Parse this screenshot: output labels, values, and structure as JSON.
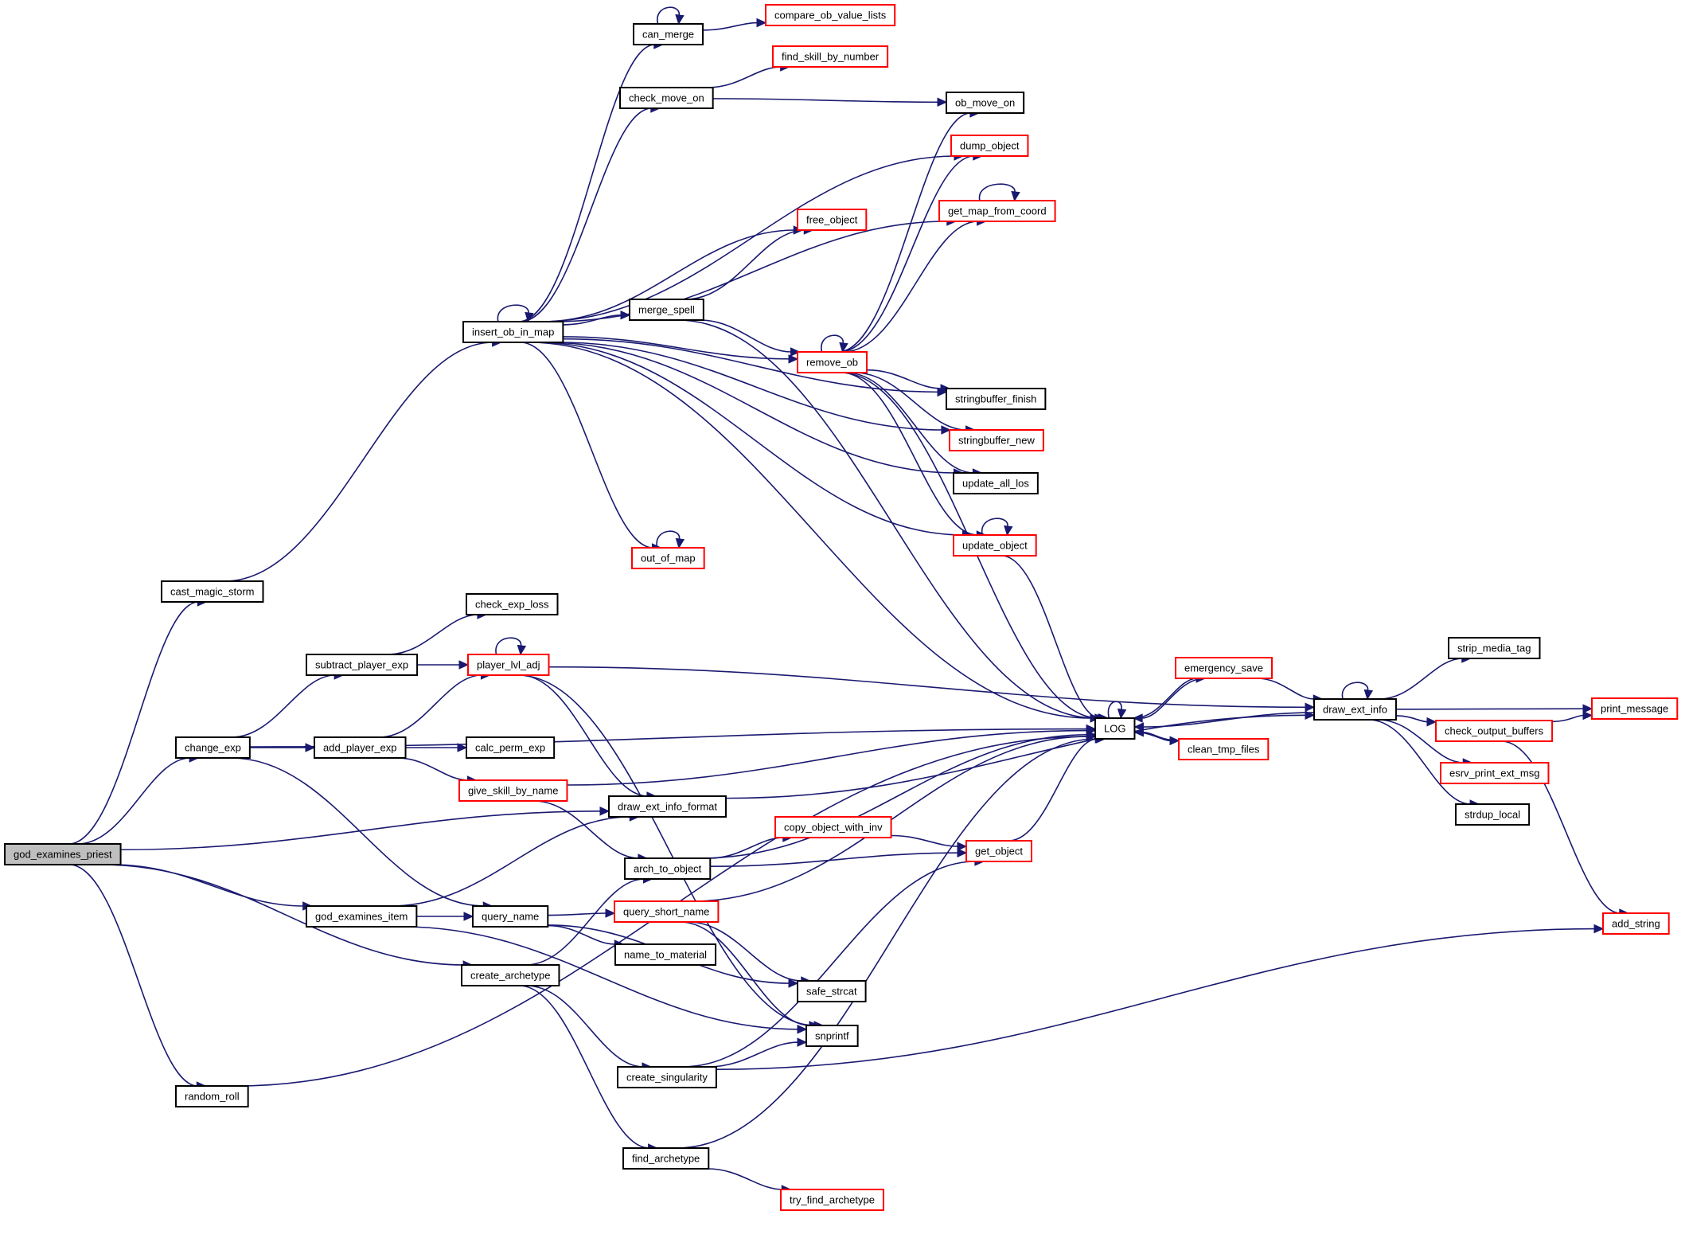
{
  "graph": {
    "edge_color": "#191970",
    "root_fill": "#bfbfbf",
    "link_border": "#ff0000",
    "nodes": [
      {
        "id": "god_examines_priest",
        "label": "god_examines_priest",
        "kind": "root"
      },
      {
        "id": "cast_magic_storm",
        "label": "cast_magic_storm",
        "kind": "plain"
      },
      {
        "id": "change_exp",
        "label": "change_exp",
        "kind": "plain"
      },
      {
        "id": "god_examines_item",
        "label": "god_examines_item",
        "kind": "plain"
      },
      {
        "id": "random_roll",
        "label": "random_roll",
        "kind": "plain"
      },
      {
        "id": "insert_ob_in_map",
        "label": "insert_ob_in_map",
        "kind": "plain"
      },
      {
        "id": "subtract_player_exp",
        "label": "subtract_player_exp",
        "kind": "plain"
      },
      {
        "id": "add_player_exp",
        "label": "add_player_exp",
        "kind": "plain"
      },
      {
        "id": "can_merge",
        "label": "can_merge",
        "kind": "plain"
      },
      {
        "id": "check_move_on",
        "label": "check_move_on",
        "kind": "plain"
      },
      {
        "id": "merge_spell",
        "label": "merge_spell",
        "kind": "plain"
      },
      {
        "id": "out_of_map",
        "label": "out_of_map",
        "kind": "ref"
      },
      {
        "id": "check_exp_loss",
        "label": "check_exp_loss",
        "kind": "plain"
      },
      {
        "id": "player_lvl_adj",
        "label": "player_lvl_adj",
        "kind": "ref"
      },
      {
        "id": "calc_perm_exp",
        "label": "calc_perm_exp",
        "kind": "plain"
      },
      {
        "id": "give_skill_by_name",
        "label": "give_skill_by_name",
        "kind": "ref"
      },
      {
        "id": "draw_ext_info_format",
        "label": "draw_ext_info_format",
        "kind": "plain"
      },
      {
        "id": "query_name",
        "label": "query_name",
        "kind": "plain"
      },
      {
        "id": "create_archetype",
        "label": "create_archetype",
        "kind": "plain"
      },
      {
        "id": "arch_to_object",
        "label": "arch_to_object",
        "kind": "plain"
      },
      {
        "id": "query_short_name",
        "label": "query_short_name",
        "kind": "ref"
      },
      {
        "id": "name_to_material",
        "label": "name_to_material",
        "kind": "plain"
      },
      {
        "id": "create_singularity",
        "label": "create_singularity",
        "kind": "plain"
      },
      {
        "id": "find_archetype",
        "label": "find_archetype",
        "kind": "plain"
      },
      {
        "id": "compare_ob_value_lists",
        "label": "compare_ob_value_lists",
        "kind": "ref"
      },
      {
        "id": "find_skill_by_number",
        "label": "find_skill_by_number",
        "kind": "ref"
      },
      {
        "id": "free_object",
        "label": "free_object",
        "kind": "ref"
      },
      {
        "id": "remove_ob",
        "label": "remove_ob",
        "kind": "ref"
      },
      {
        "id": "copy_object_with_inv",
        "label": "copy_object_with_inv",
        "kind": "ref"
      },
      {
        "id": "safe_strcat",
        "label": "safe_strcat",
        "kind": "plain"
      },
      {
        "id": "snprintf",
        "label": "snprintf",
        "kind": "plain"
      },
      {
        "id": "try_find_archetype",
        "label": "try_find_archetype",
        "kind": "ref"
      },
      {
        "id": "ob_move_on",
        "label": "ob_move_on",
        "kind": "plain"
      },
      {
        "id": "dump_object",
        "label": "dump_object",
        "kind": "ref"
      },
      {
        "id": "get_map_from_coord",
        "label": "get_map_from_coord",
        "kind": "ref"
      },
      {
        "id": "stringbuffer_finish",
        "label": "stringbuffer_finish",
        "kind": "plain"
      },
      {
        "id": "stringbuffer_new",
        "label": "stringbuffer_new",
        "kind": "ref"
      },
      {
        "id": "update_all_los",
        "label": "update_all_los",
        "kind": "plain"
      },
      {
        "id": "update_object",
        "label": "update_object",
        "kind": "ref"
      },
      {
        "id": "get_object",
        "label": "get_object",
        "kind": "ref"
      },
      {
        "id": "LOG",
        "label": "LOG",
        "kind": "plain"
      },
      {
        "id": "emergency_save",
        "label": "emergency_save",
        "kind": "ref"
      },
      {
        "id": "clean_tmp_files",
        "label": "clean_tmp_files",
        "kind": "ref"
      },
      {
        "id": "draw_ext_info",
        "label": "draw_ext_info",
        "kind": "plain"
      },
      {
        "id": "strip_media_tag",
        "label": "strip_media_tag",
        "kind": "plain"
      },
      {
        "id": "check_output_buffers",
        "label": "check_output_buffers",
        "kind": "ref"
      },
      {
        "id": "esrv_print_ext_msg",
        "label": "esrv_print_ext_msg",
        "kind": "ref"
      },
      {
        "id": "strdup_local",
        "label": "strdup_local",
        "kind": "plain"
      },
      {
        "id": "print_message",
        "label": "print_message",
        "kind": "ref"
      },
      {
        "id": "add_string",
        "label": "add_string",
        "kind": "ref"
      }
    ],
    "edges": [
      [
        "god_examines_priest",
        "cast_magic_storm"
      ],
      [
        "god_examines_priest",
        "change_exp"
      ],
      [
        "god_examines_priest",
        "draw_ext_info_format"
      ],
      [
        "god_examines_priest",
        "god_examines_item"
      ],
      [
        "god_examines_priest",
        "create_archetype"
      ],
      [
        "god_examines_priest",
        "random_roll"
      ],
      [
        "cast_magic_storm",
        "insert_ob_in_map"
      ],
      [
        "insert_ob_in_map",
        "insert_ob_in_map"
      ],
      [
        "insert_ob_in_map",
        "can_merge"
      ],
      [
        "insert_ob_in_map",
        "check_move_on"
      ],
      [
        "insert_ob_in_map",
        "dump_object"
      ],
      [
        "insert_ob_in_map",
        "get_map_from_coord"
      ],
      [
        "insert_ob_in_map",
        "free_object"
      ],
      [
        "insert_ob_in_map",
        "LOG"
      ],
      [
        "insert_ob_in_map",
        "merge_spell"
      ],
      [
        "insert_ob_in_map",
        "remove_ob"
      ],
      [
        "insert_ob_in_map",
        "stringbuffer_finish"
      ],
      [
        "insert_ob_in_map",
        "stringbuffer_new"
      ],
      [
        "insert_ob_in_map",
        "update_all_los"
      ],
      [
        "insert_ob_in_map",
        "update_object"
      ],
      [
        "insert_ob_in_map",
        "out_of_map"
      ],
      [
        "can_merge",
        "can_merge"
      ],
      [
        "can_merge",
        "compare_ob_value_lists"
      ],
      [
        "check_move_on",
        "find_skill_by_number"
      ],
      [
        "check_move_on",
        "ob_move_on"
      ],
      [
        "merge_spell",
        "free_object"
      ],
      [
        "merge_spell",
        "LOG"
      ],
      [
        "merge_spell",
        "remove_ob"
      ],
      [
        "out_of_map",
        "out_of_map"
      ],
      [
        "remove_ob",
        "remove_ob"
      ],
      [
        "remove_ob",
        "ob_move_on"
      ],
      [
        "remove_ob",
        "dump_object"
      ],
      [
        "remove_ob",
        "get_map_from_coord"
      ],
      [
        "remove_ob",
        "LOG"
      ],
      [
        "remove_ob",
        "stringbuffer_finish"
      ],
      [
        "remove_ob",
        "stringbuffer_new"
      ],
      [
        "remove_ob",
        "update_all_los"
      ],
      [
        "remove_ob",
        "update_object"
      ],
      [
        "get_map_from_coord",
        "get_map_from_coord"
      ],
      [
        "update_object",
        "update_object"
      ],
      [
        "update_object",
        "LOG"
      ],
      [
        "change_exp",
        "subtract_player_exp"
      ],
      [
        "change_exp",
        "add_player_exp"
      ],
      [
        "change_exp",
        "LOG"
      ],
      [
        "change_exp",
        "query_name"
      ],
      [
        "subtract_player_exp",
        "check_exp_loss"
      ],
      [
        "subtract_player_exp",
        "player_lvl_adj"
      ],
      [
        "add_player_exp",
        "player_lvl_adj"
      ],
      [
        "add_player_exp",
        "calc_perm_exp"
      ],
      [
        "add_player_exp",
        "give_skill_by_name"
      ],
      [
        "player_lvl_adj",
        "player_lvl_adj"
      ],
      [
        "player_lvl_adj",
        "draw_ext_info"
      ],
      [
        "player_lvl_adj",
        "draw_ext_info_format"
      ],
      [
        "player_lvl_adj",
        "snprintf"
      ],
      [
        "give_skill_by_name",
        "LOG"
      ],
      [
        "give_skill_by_name",
        "arch_to_object"
      ],
      [
        "draw_ext_info_format",
        "draw_ext_info"
      ],
      [
        "god_examines_item",
        "draw_ext_info_format"
      ],
      [
        "god_examines_item",
        "query_name"
      ],
      [
        "god_examines_item",
        "snprintf"
      ],
      [
        "query_name",
        "query_short_name"
      ],
      [
        "query_name",
        "name_to_material"
      ],
      [
        "query_name",
        "safe_strcat"
      ],
      [
        "query_short_name",
        "safe_strcat"
      ],
      [
        "query_short_name",
        "snprintf"
      ],
      [
        "query_short_name",
        "LOG"
      ],
      [
        "create_archetype",
        "arch_to_object"
      ],
      [
        "create_archetype",
        "create_singularity"
      ],
      [
        "create_archetype",
        "find_archetype"
      ],
      [
        "arch_to_object",
        "copy_object_with_inv"
      ],
      [
        "arch_to_object",
        "get_object"
      ],
      [
        "arch_to_object",
        "LOG"
      ],
      [
        "copy_object_with_inv",
        "get_object"
      ],
      [
        "create_singularity",
        "snprintf"
      ],
      [
        "create_singularity",
        "get_object"
      ],
      [
        "create_singularity",
        "add_string"
      ],
      [
        "find_archetype",
        "LOG"
      ],
      [
        "find_archetype",
        "try_find_archetype"
      ],
      [
        "get_object",
        "LOG"
      ],
      [
        "random_roll",
        "LOG"
      ],
      [
        "LOG",
        "LOG"
      ],
      [
        "LOG",
        "emergency_save"
      ],
      [
        "LOG",
        "clean_tmp_files"
      ],
      [
        "emergency_save",
        "LOG"
      ],
      [
        "emergency_save",
        "draw_ext_info"
      ],
      [
        "clean_tmp_files",
        "LOG"
      ],
      [
        "draw_ext_info",
        "draw_ext_info"
      ],
      [
        "draw_ext_info",
        "LOG"
      ],
      [
        "draw_ext_info",
        "strip_media_tag"
      ],
      [
        "draw_ext_info",
        "check_output_buffers"
      ],
      [
        "draw_ext_info",
        "esrv_print_ext_msg"
      ],
      [
        "draw_ext_info",
        "strdup_local"
      ],
      [
        "draw_ext_info",
        "print_message"
      ],
      [
        "check_output_buffers",
        "print_message"
      ],
      [
        "check_output_buffers",
        "add_string"
      ]
    ]
  }
}
